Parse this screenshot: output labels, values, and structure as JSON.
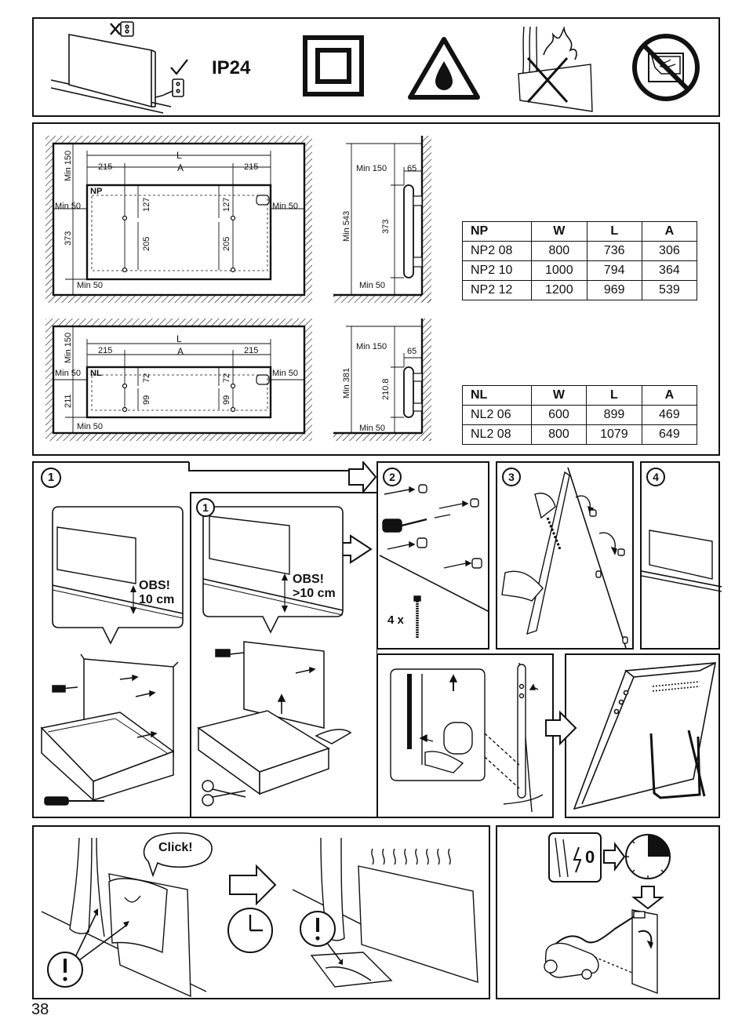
{
  "header": {
    "ip_rating": "IP24"
  },
  "diagrams": {
    "np_front": {
      "code": "NP",
      "min_top": "Min 150",
      "min_left": "Min 50",
      "min_right": "Min 50",
      "min_bottom": "Min 50",
      "dim_l": "L",
      "dim_a": "A",
      "dim_215_left": "215",
      "dim_215_right": "215",
      "dim_upper_left": "127",
      "dim_upper_right": "127",
      "dim_lower_left": "205",
      "dim_lower_right": "205",
      "dim_height": "373"
    },
    "np_side": {
      "min_top": "Min 150",
      "depth": "65",
      "min_total": "Min 543",
      "height": "373",
      "min_bottom": "Min 50"
    },
    "nl_front": {
      "code": "NL",
      "min_top": "Min 150",
      "min_left": "Min 50",
      "min_right": "Min 50",
      "min_bottom": "Min 50",
      "dim_l": "L",
      "dim_a": "A",
      "dim_215_left": "215",
      "dim_215_right": "215",
      "dim_upper_left": "72",
      "dim_upper_right": "72",
      "dim_lower_left": "99",
      "dim_lower_right": "99",
      "dim_height": "211"
    },
    "nl_side": {
      "min_top": "Min 150",
      "depth": "65",
      "min_total": "Min 381",
      "height": "210.8",
      "min_bottom": "Min 50"
    }
  },
  "tables": {
    "np": {
      "headers": [
        "NP",
        "W",
        "L",
        "A"
      ],
      "rows": [
        [
          "NP2 08",
          "800",
          "736",
          "306"
        ],
        [
          "NP2 10",
          "1000",
          "794",
          "364"
        ],
        [
          "NP2 12",
          "1200",
          "969",
          "539"
        ]
      ]
    },
    "nl": {
      "headers": [
        "NL",
        "W",
        "L",
        "A"
      ],
      "rows": [
        [
          "NL2 06",
          "600",
          "899",
          "469"
        ],
        [
          "NL2 08",
          "800",
          "1079",
          "649"
        ]
      ]
    }
  },
  "steps": {
    "step1": "1",
    "step1b": "1",
    "step2": "2",
    "step3": "3",
    "step4": "4",
    "obs_a_line1": "OBS!",
    "obs_a_line2": "10 cm",
    "obs_b_line1": "OBS!",
    "obs_b_line2": ">10 cm",
    "screws_count": "4 x"
  },
  "bottom": {
    "click": "Click!",
    "power_off": "0",
    "warning": "!"
  },
  "page_number": "38"
}
